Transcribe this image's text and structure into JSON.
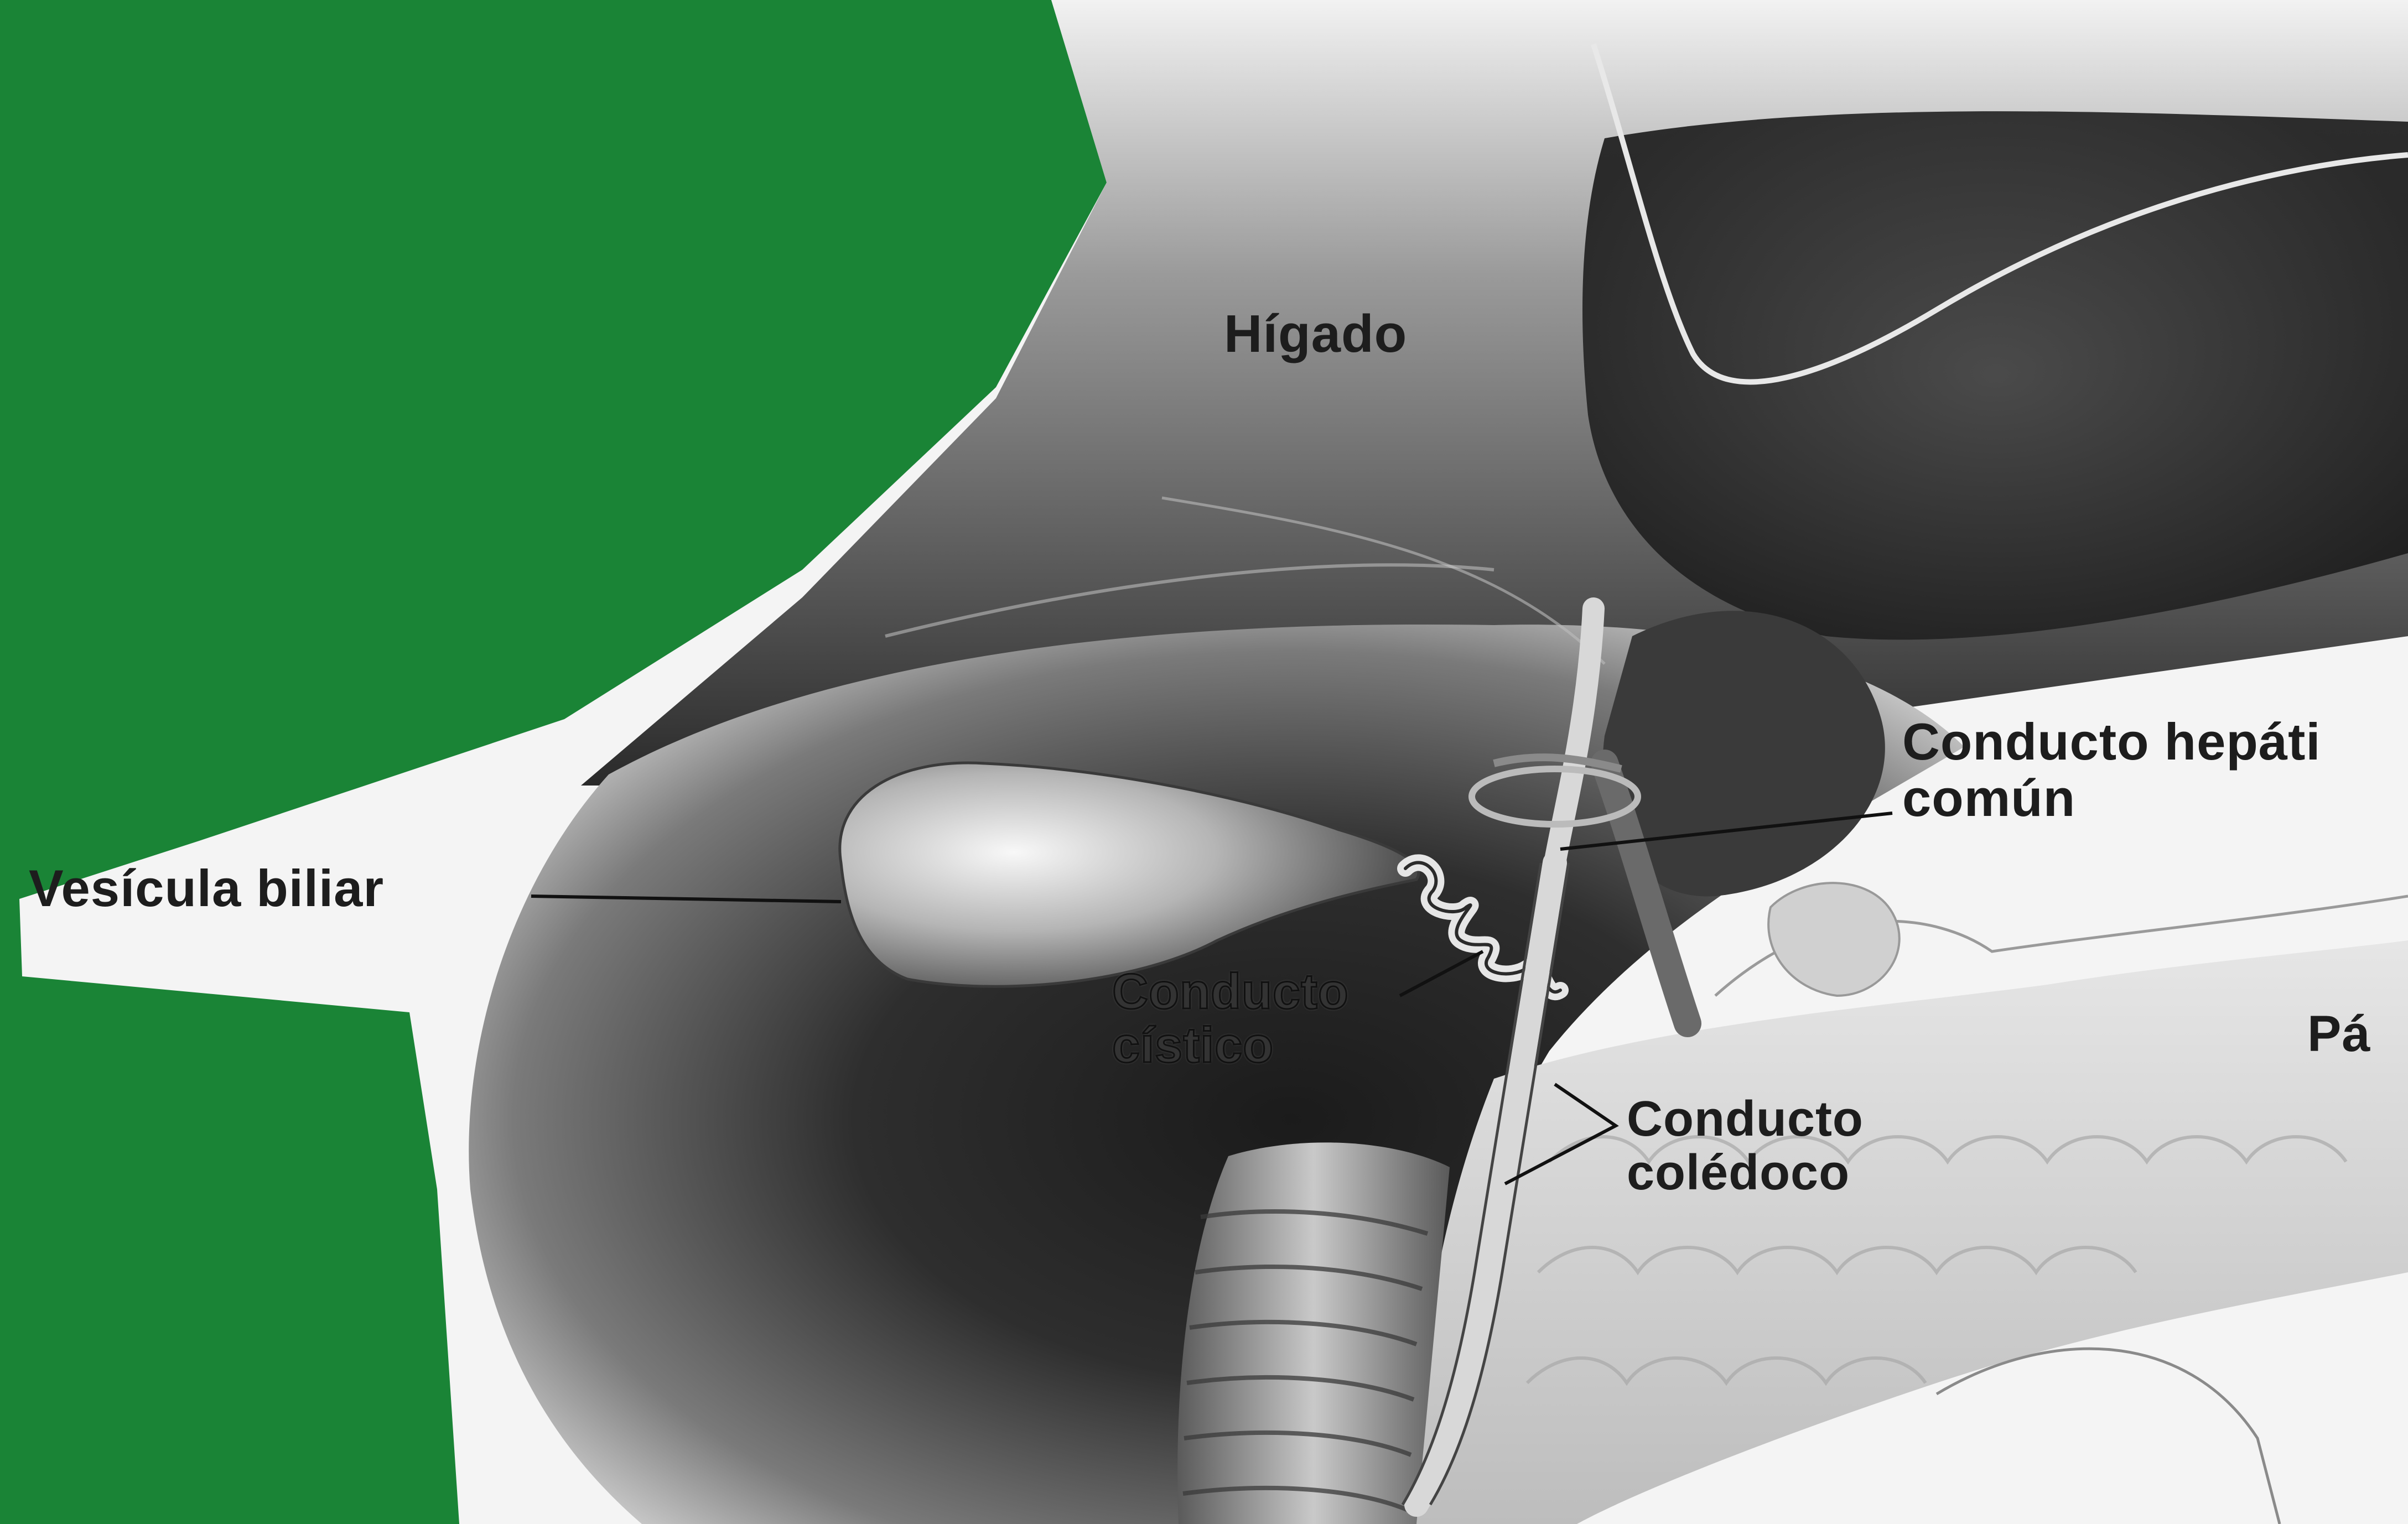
{
  "labels": {
    "liver": "Hígado",
    "gallbladder": "Vesícula biliar",
    "common_hepatic_duct_line1": "Conducto hepáti",
    "common_hepatic_duct_line2": "común",
    "cystic_duct_line1": "Conducto",
    "cystic_duct_line2": "cístico",
    "common_bile_duct_line1": "Conducto",
    "common_bile_duct_line2": "colédoco",
    "pancreas": "Pá"
  },
  "colors": {
    "background_green": "#1a8436",
    "paper_white": "#f4f4f4",
    "liver_dark": "#262626",
    "label_text": "#1d1d1d"
  }
}
